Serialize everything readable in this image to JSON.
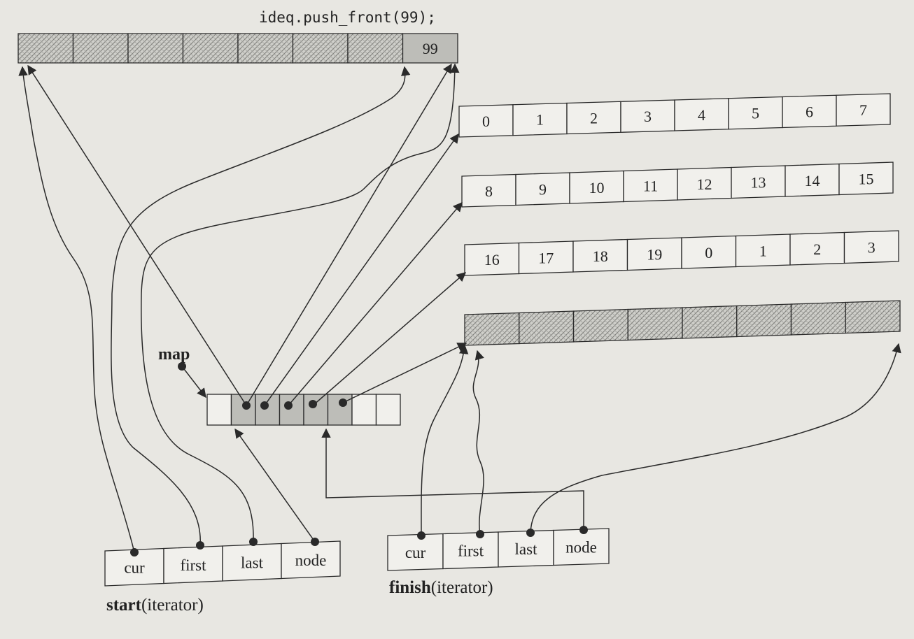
{
  "code_label": "ideq.push_front(99);",
  "map_label": "map",
  "buffers": [
    {
      "id": "buffer-front",
      "cells": [
        "",
        "",
        "",
        "",
        "",
        "",
        "",
        "99"
      ],
      "hatched": [
        0,
        1,
        2,
        3,
        4,
        5,
        6
      ],
      "shaded": [
        7
      ]
    },
    {
      "id": "buffer-1",
      "cells": [
        "0",
        "1",
        "2",
        "3",
        "4",
        "5",
        "6",
        "7"
      ],
      "hatched": [],
      "shaded": []
    },
    {
      "id": "buffer-2",
      "cells": [
        "8",
        "9",
        "10",
        "11",
        "12",
        "13",
        "14",
        "15"
      ],
      "hatched": [],
      "shaded": []
    },
    {
      "id": "buffer-3",
      "cells": [
        "16",
        "17",
        "18",
        "19",
        "0",
        "1",
        "2",
        "3"
      ],
      "hatched": [],
      "shaded": []
    },
    {
      "id": "buffer-back",
      "cells": [
        "",
        "",
        "",
        "",
        "",
        "",
        "",
        ""
      ],
      "hatched": [
        0,
        1,
        2,
        3,
        4,
        5,
        6,
        7
      ],
      "shaded": []
    }
  ],
  "map_cells": 8,
  "map_used": [
    1,
    2,
    3,
    4,
    5
  ],
  "start_iterator": {
    "fields": [
      "cur",
      "first",
      "last",
      "node"
    ],
    "title_bold": "start",
    "title_rest": "(iterator)"
  },
  "finish_iterator": {
    "fields": [
      "cur",
      "first",
      "last",
      "node"
    ],
    "title_bold": "finish",
    "title_rest": "(iterator)"
  },
  "colors": {
    "background": "#e8e7e2",
    "line": "#2a2a2a",
    "cell_fill": "#f1f0ec",
    "shaded_fill": "#bdbdb8",
    "hatch": "#8a8a86"
  }
}
